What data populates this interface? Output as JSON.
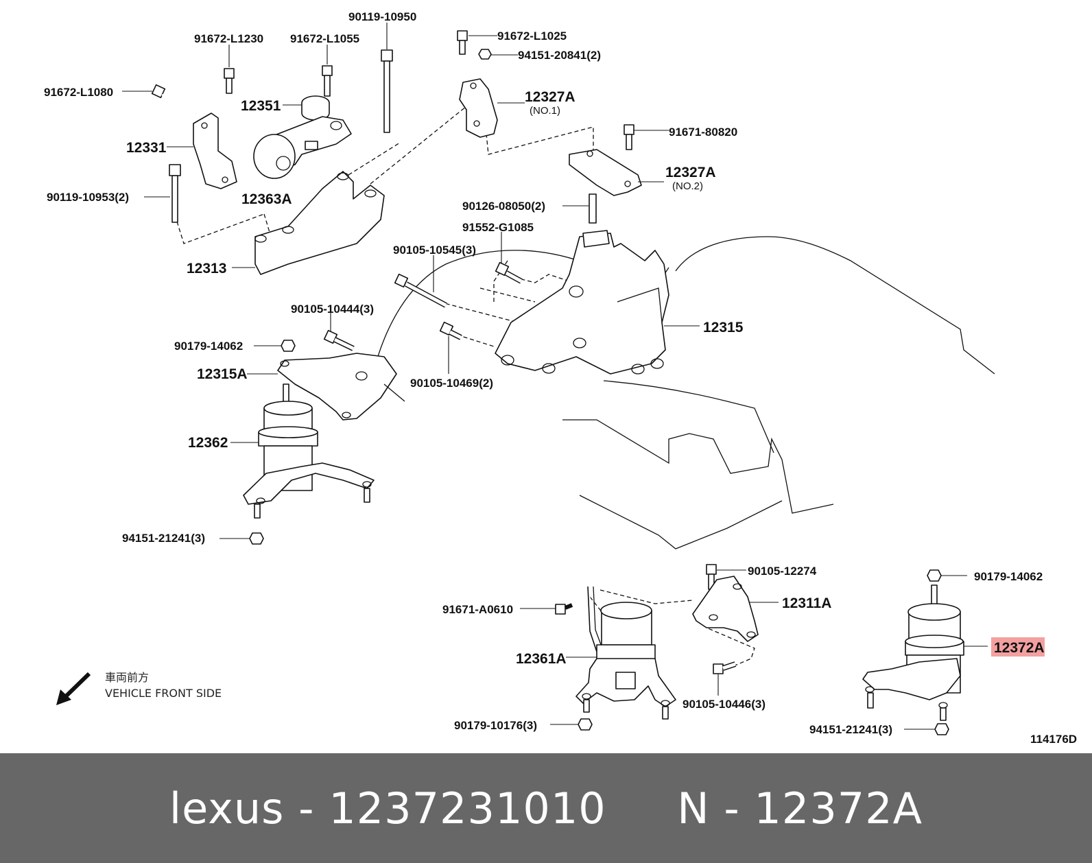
{
  "diagram": {
    "labels": {
      "p91672_L1230": "91672-L1230",
      "p91672_L1055": "91672-L1055",
      "p90119_10950": "90119-10950",
      "p91672_L1025": "91672-L1025",
      "p94151_20841": "94151-20841(2)",
      "p91672_L1080": "91672-L1080",
      "p12351": "12351",
      "p12327A_1": "12327A",
      "no1": "(NO.1)",
      "p12331": "12331",
      "p91671_80820": "91671-80820",
      "p12327A_2": "12327A",
      "no2": "(NO.2)",
      "p90119_10953": "90119-10953(2)",
      "p12363A": "12363A",
      "p90126_08050": "90126-08050(2)",
      "p91552_G1085": "91552-G1085",
      "p12313": "12313",
      "p90105_10545": "90105-10545(3)",
      "p12315": "12315",
      "p90105_10444": "90105-10444(3)",
      "p90179_14062_a": "90179-14062",
      "p12315A": "12315A",
      "p90105_10469": "90105-10469(2)",
      "p12362": "12362",
      "p94151_21241_a": "94151-21241(3)",
      "p90105_12274": "90105-12274",
      "p90179_14062_b": "90179-14062",
      "p12311A": "12311A",
      "p91671_A0610": "91671-A0610",
      "p12372A": "12372A",
      "p12361A": "12361A",
      "p90105_10446": "90105-10446(3)",
      "p90179_10176": "90179-10176(3)",
      "p94151_21241_b": "94151-21241(3)",
      "front_jp": "車両前方",
      "front_en": "VEHICLE FRONT SIDE",
      "drawing_id": "114176D"
    },
    "highlight_color": "#f4a0a0"
  },
  "footer": {
    "text": "lexus - 1237231010     N - 12372A",
    "background": "#676767"
  }
}
